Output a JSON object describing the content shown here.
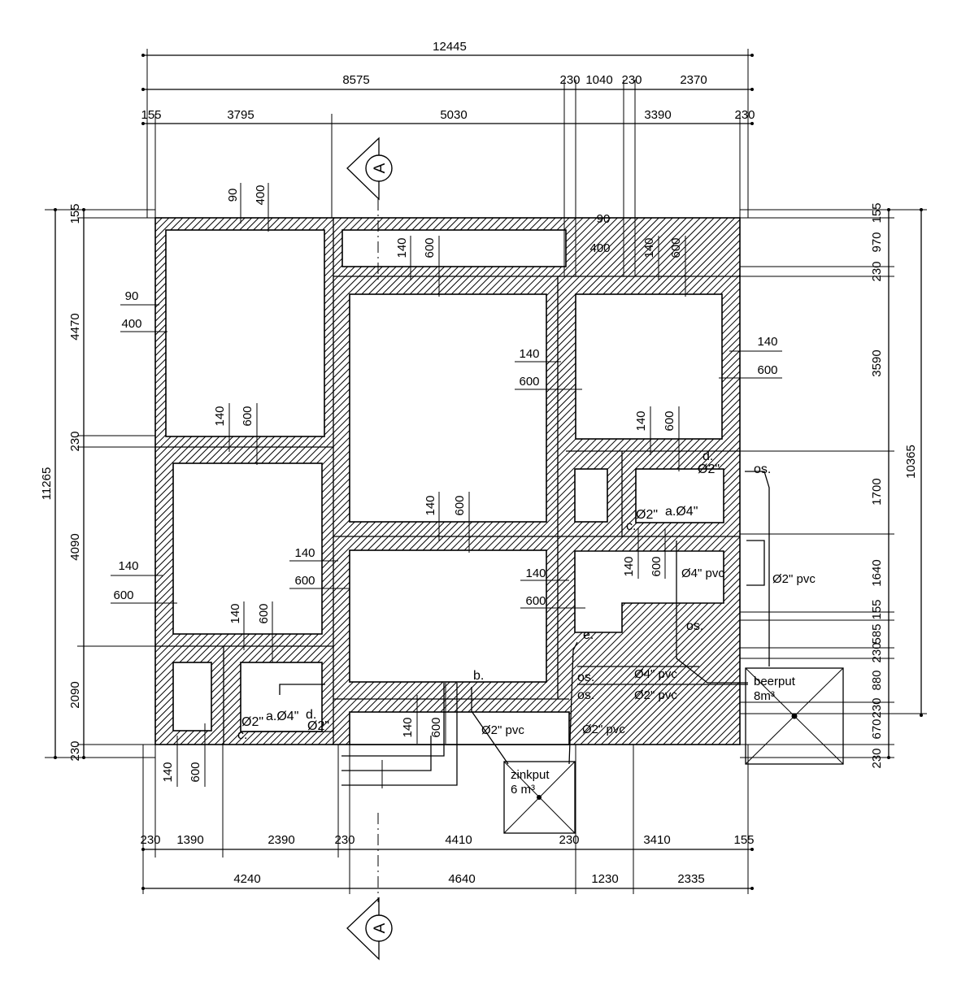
{
  "section_mark": {
    "letter": "A"
  },
  "dimensions": {
    "top_overall": "12445",
    "top_row2": [
      "8575",
      "230",
      "1040",
      "230",
      "2370"
    ],
    "top_row3": [
      "155",
      "3795",
      "5030",
      "3390",
      "230"
    ],
    "bottom_row1": [
      "230",
      "1390",
      "2390",
      "230",
      "4410",
      "230",
      "3410",
      "155"
    ],
    "bottom_row2": [
      "4240",
      "4640",
      "1230",
      "2335"
    ],
    "left_overall": "11265",
    "left_parts": [
      "155",
      "4470",
      "230",
      "4090",
      "2090",
      "230"
    ],
    "right_overall": "10365",
    "right_parts": [
      "155",
      "970",
      "230",
      "3590",
      "1700",
      "1640",
      "155",
      "585",
      "230",
      "880",
      "230",
      "670",
      "230"
    ],
    "foundation": [
      "90",
      "400",
      "140",
      "600"
    ]
  },
  "labels": {
    "pipe_2_pvc": "Ø2\" pvc",
    "pipe_4_pvc": "Ø4\" pvc",
    "pipe_2": "Ø2\"",
    "pipe_a4": "a.Ø4\"",
    "os": "os.",
    "point_b": "b.",
    "point_c": "c.",
    "point_d": "d.",
    "point_e": "e."
  },
  "tanks": {
    "beerput": {
      "name": "beerput",
      "volume": "8m³"
    },
    "zinkput": {
      "name": "zinkput",
      "volume": "6 m³"
    }
  }
}
